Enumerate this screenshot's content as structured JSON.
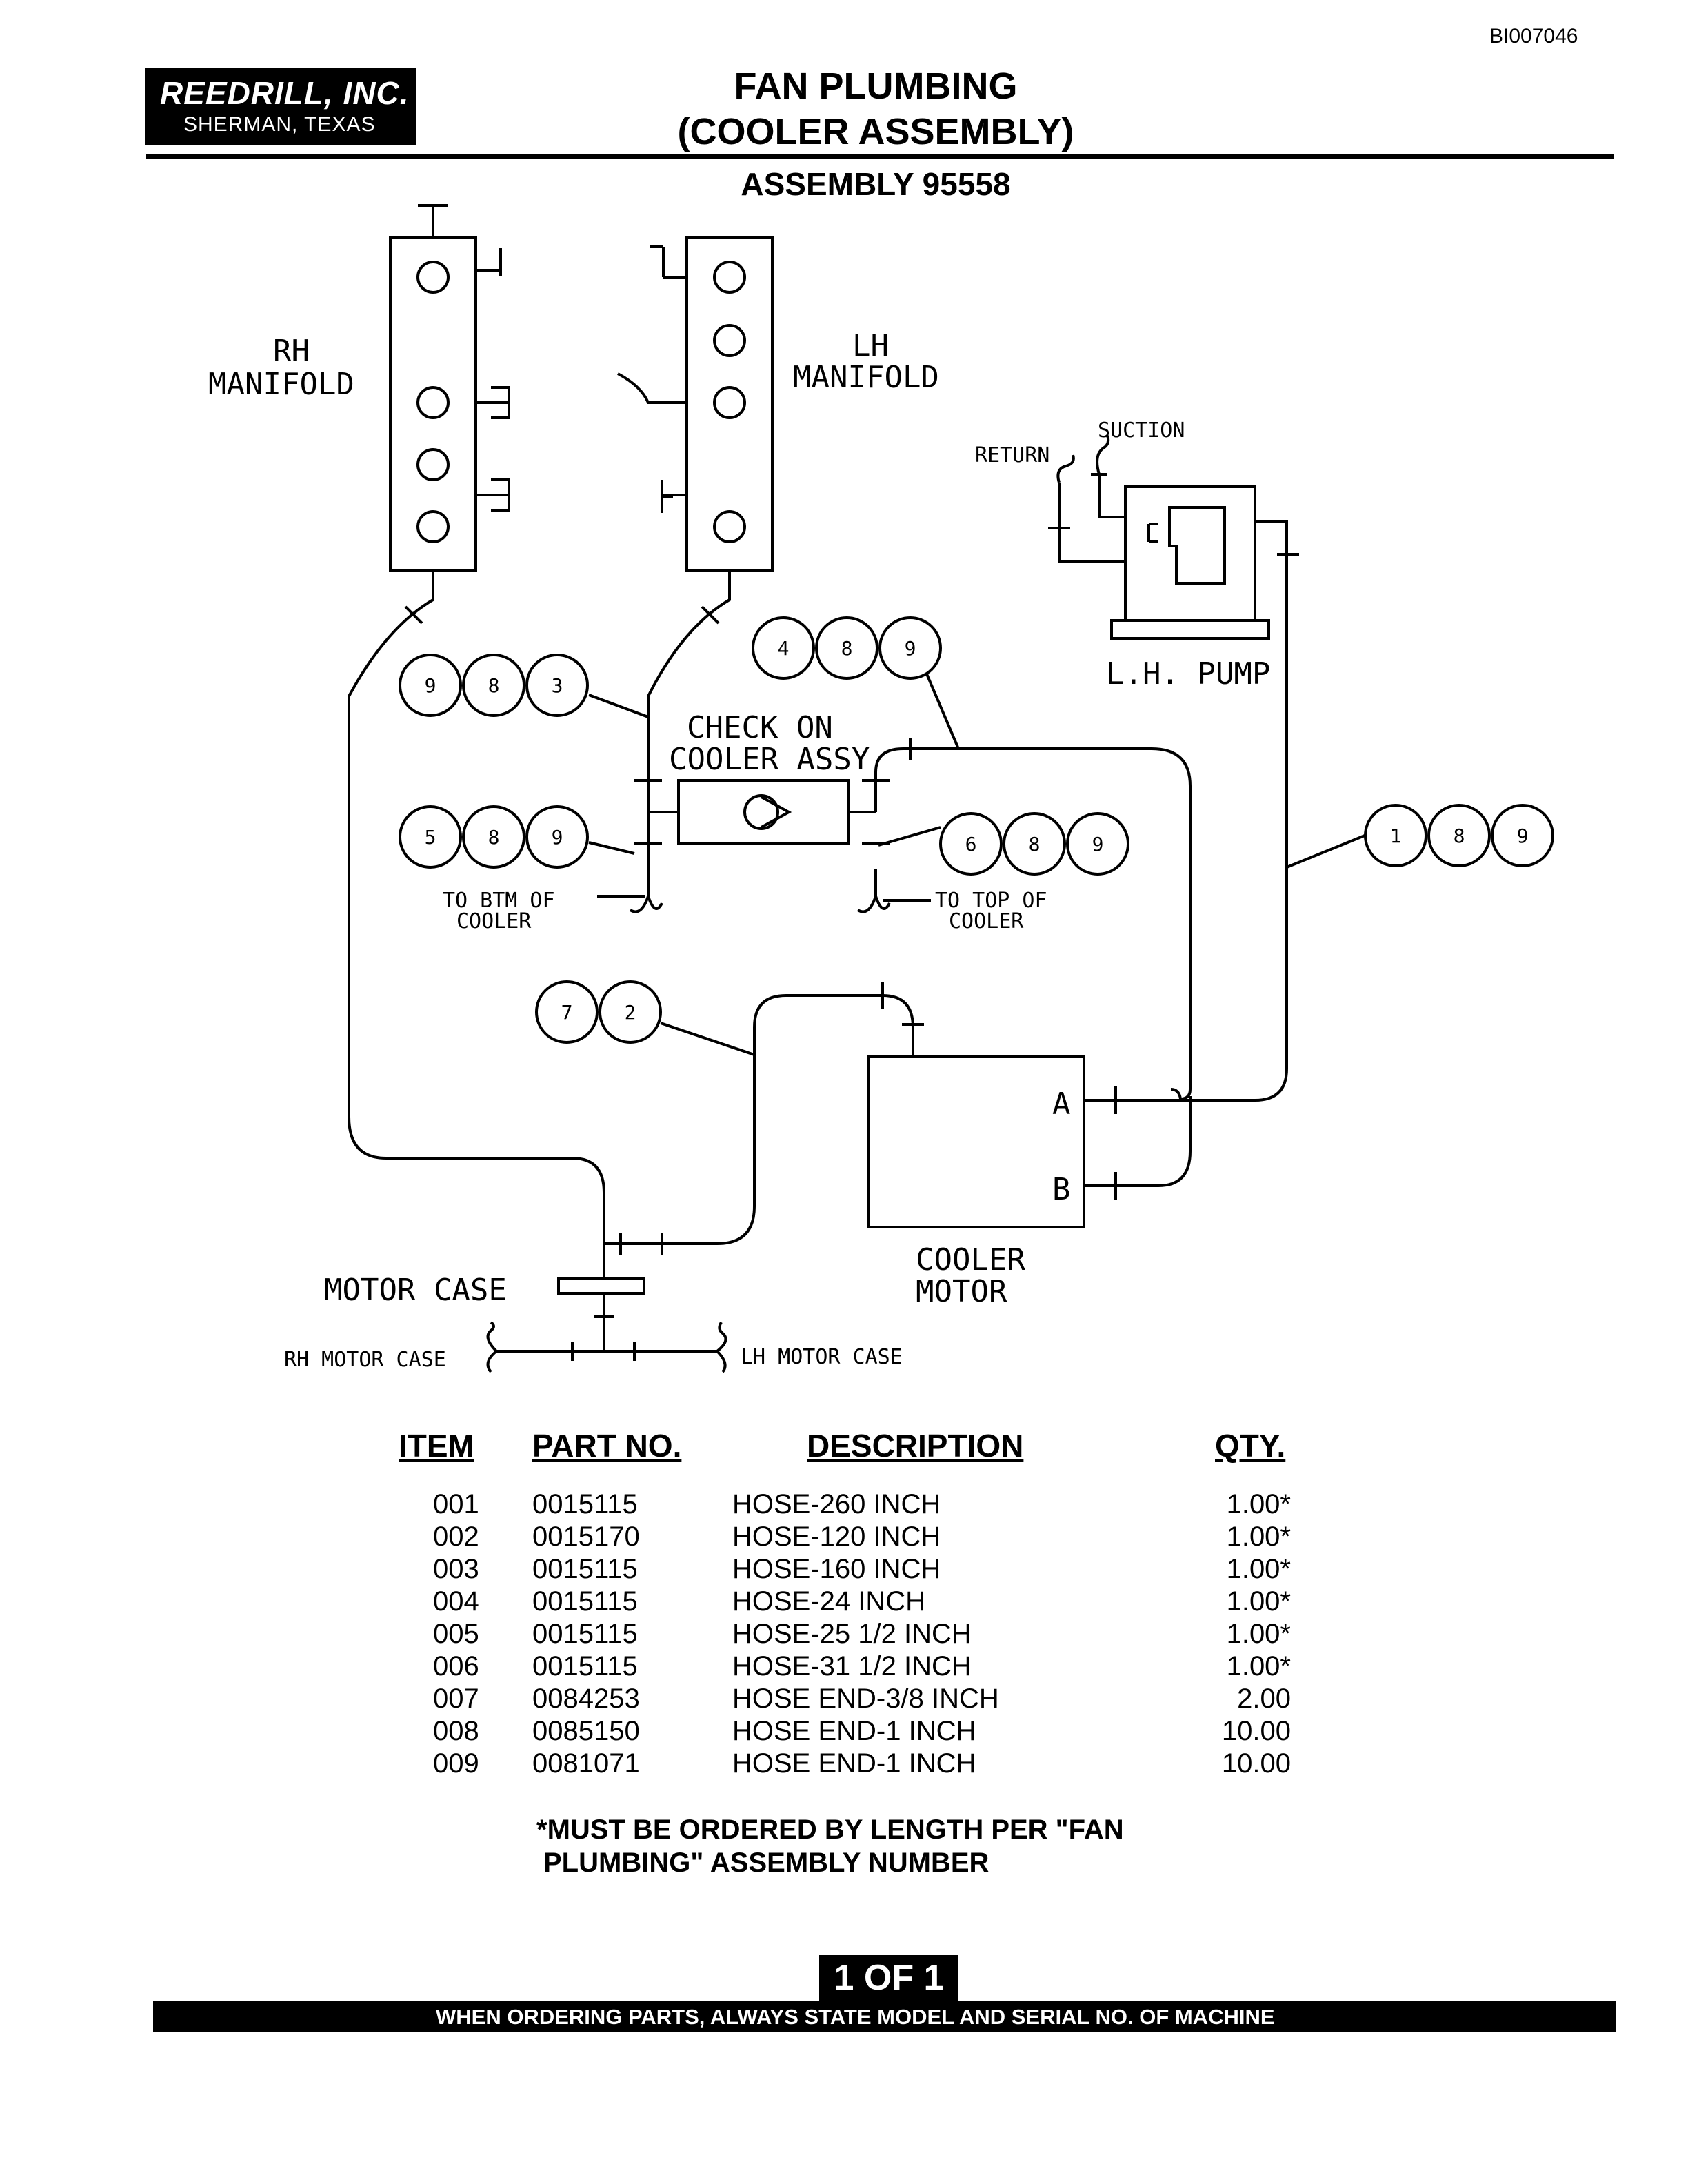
{
  "document_id": "BI007046",
  "company": {
    "name": "REEDRILL, INC.",
    "location": "SHERMAN, TEXAS"
  },
  "title_line1": "FAN PLUMBING",
  "title_line2": "(COOLER ASSEMBLY)",
  "subtitle": "ASSEMBLY 95558",
  "diagram": {
    "rh_manifold": [
      "RH",
      "MANIFOLD"
    ],
    "lh_manifold": [
      "LH",
      "MANIFOLD"
    ],
    "return": "RETURN",
    "suction": "SUCTION",
    "lh_pump": "L.H. PUMP",
    "check_on_cooler": [
      "CHECK ON",
      "COOLER ASSY"
    ],
    "to_btm": [
      "TO BTM OF",
      "COOLER"
    ],
    "to_top": [
      "TO TOP OF",
      "COOLER"
    ],
    "port_a": "A",
    "port_b": "B",
    "cooler_motor": [
      "COOLER",
      "MOTOR"
    ],
    "motor_case": "MOTOR CASE",
    "rh_motor_case": "RH MOTOR CASE",
    "lh_motor_case": "LH MOTOR CASE",
    "balloons": {
      "b983": [
        "9",
        "8",
        "3"
      ],
      "b489": [
        "4",
        "8",
        "9"
      ],
      "b589": [
        "5",
        "8",
        "9"
      ],
      "b689": [
        "6",
        "8",
        "9"
      ],
      "b189": [
        "1",
        "8",
        "9"
      ],
      "b72": [
        "7",
        "2"
      ]
    }
  },
  "parts_table": {
    "headers": {
      "item": "ITEM",
      "part_no": "PART NO.",
      "description": "DESCRIPTION",
      "qty": "QTY."
    },
    "rows": [
      {
        "item": "001",
        "part_no": "0015115",
        "description": "HOSE-260 INCH",
        "qty": "1.00*"
      },
      {
        "item": "002",
        "part_no": "0015170",
        "description": "HOSE-120 INCH",
        "qty": "1.00*"
      },
      {
        "item": "003",
        "part_no": "0015115",
        "description": "HOSE-160 INCH",
        "qty": "1.00*"
      },
      {
        "item": "004",
        "part_no": "0015115",
        "description": "HOSE-24 INCH",
        "qty": "1.00*"
      },
      {
        "item": "005",
        "part_no": "0015115",
        "description": "HOSE-25 1/2 INCH",
        "qty": "1.00*"
      },
      {
        "item": "006",
        "part_no": "0015115",
        "description": "HOSE-31 1/2 INCH",
        "qty": "1.00*"
      },
      {
        "item": "007",
        "part_no": "0084253",
        "description": "HOSE END-3/8 INCH",
        "qty": "2.00"
      },
      {
        "item": "008",
        "part_no": "0085150",
        "description": "HOSE END-1 INCH",
        "qty": "10.00"
      },
      {
        "item": "009",
        "part_no": "0081071",
        "description": "HOSE END-1 INCH",
        "qty": "10.00"
      }
    ]
  },
  "note": [
    "*MUST BE ORDERED BY LENGTH PER \"FAN",
    "PLUMBING\" ASSEMBLY NUMBER"
  ],
  "page_indicator": "1 OF 1",
  "footer": "WHEN ORDERING PARTS, ALWAYS STATE MODEL AND SERIAL NO. OF MACHINE"
}
